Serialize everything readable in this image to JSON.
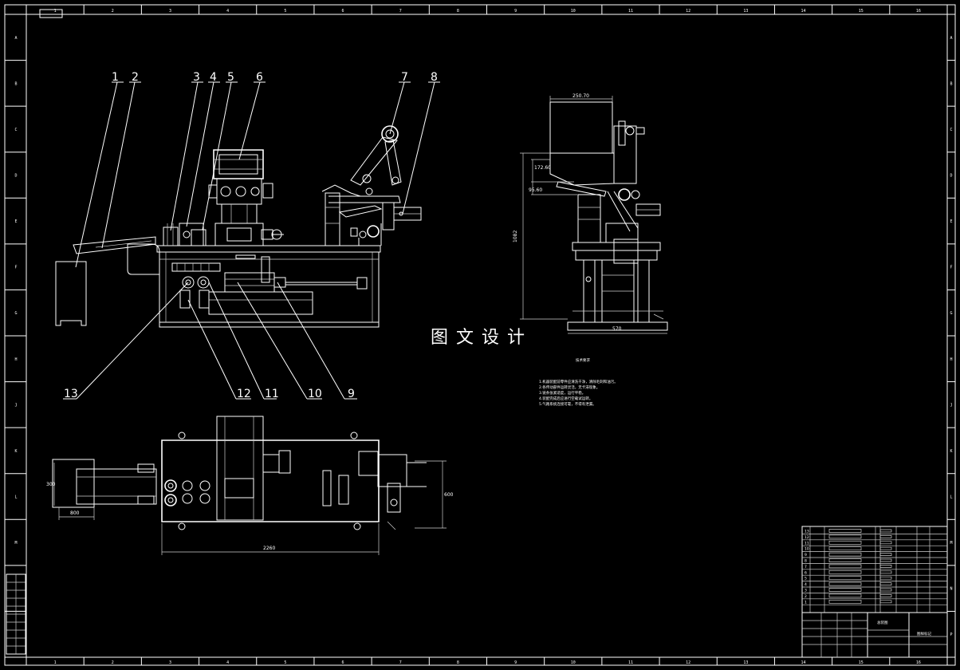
{
  "watermark": "图文设计",
  "leaders": [
    "1",
    "2",
    "3",
    "4",
    "5",
    "6",
    "7",
    "8",
    "9",
    "10",
    "11",
    "12",
    "13"
  ],
  "dimensions": {
    "side_width": "250.70",
    "side_height": "1082",
    "side_d1": "172.60",
    "side_d2": "95.60",
    "side_base": "570",
    "plan_length": "2260",
    "plan_depth": "600",
    "plan_feed_width": "300",
    "plan_feed_length": "800"
  },
  "border": {
    "top_zones": [
      "1",
      "2",
      "3",
      "4",
      "5",
      "6",
      "7",
      "8",
      "9",
      "10",
      "11",
      "12",
      "13",
      "14",
      "15",
      "16"
    ],
    "side_zones": [
      "A",
      "B",
      "C",
      "D",
      "E",
      "F",
      "G",
      "H",
      "J",
      "K",
      "L",
      "M",
      "N",
      "P"
    ]
  },
  "note_title": "技术要求",
  "notes": [
    "1.机器装配前零件应清洗干净，清除毛刺和油污。",
    "2.各传动部件运转灵活，无卡滞现象。",
    "3.链条张紧适度，运行平稳。",
    "4.装配完成后应进行空载试运转。",
    "5.气路系统连接可靠，不得有泄漏。"
  ],
  "title_block": {
    "bom_rows": [
      "13",
      "12",
      "11",
      "10",
      "9",
      "8",
      "7",
      "6",
      "5",
      "4",
      "3",
      "2",
      "1"
    ],
    "label_a": "总装图",
    "label_b": "图样标记"
  }
}
